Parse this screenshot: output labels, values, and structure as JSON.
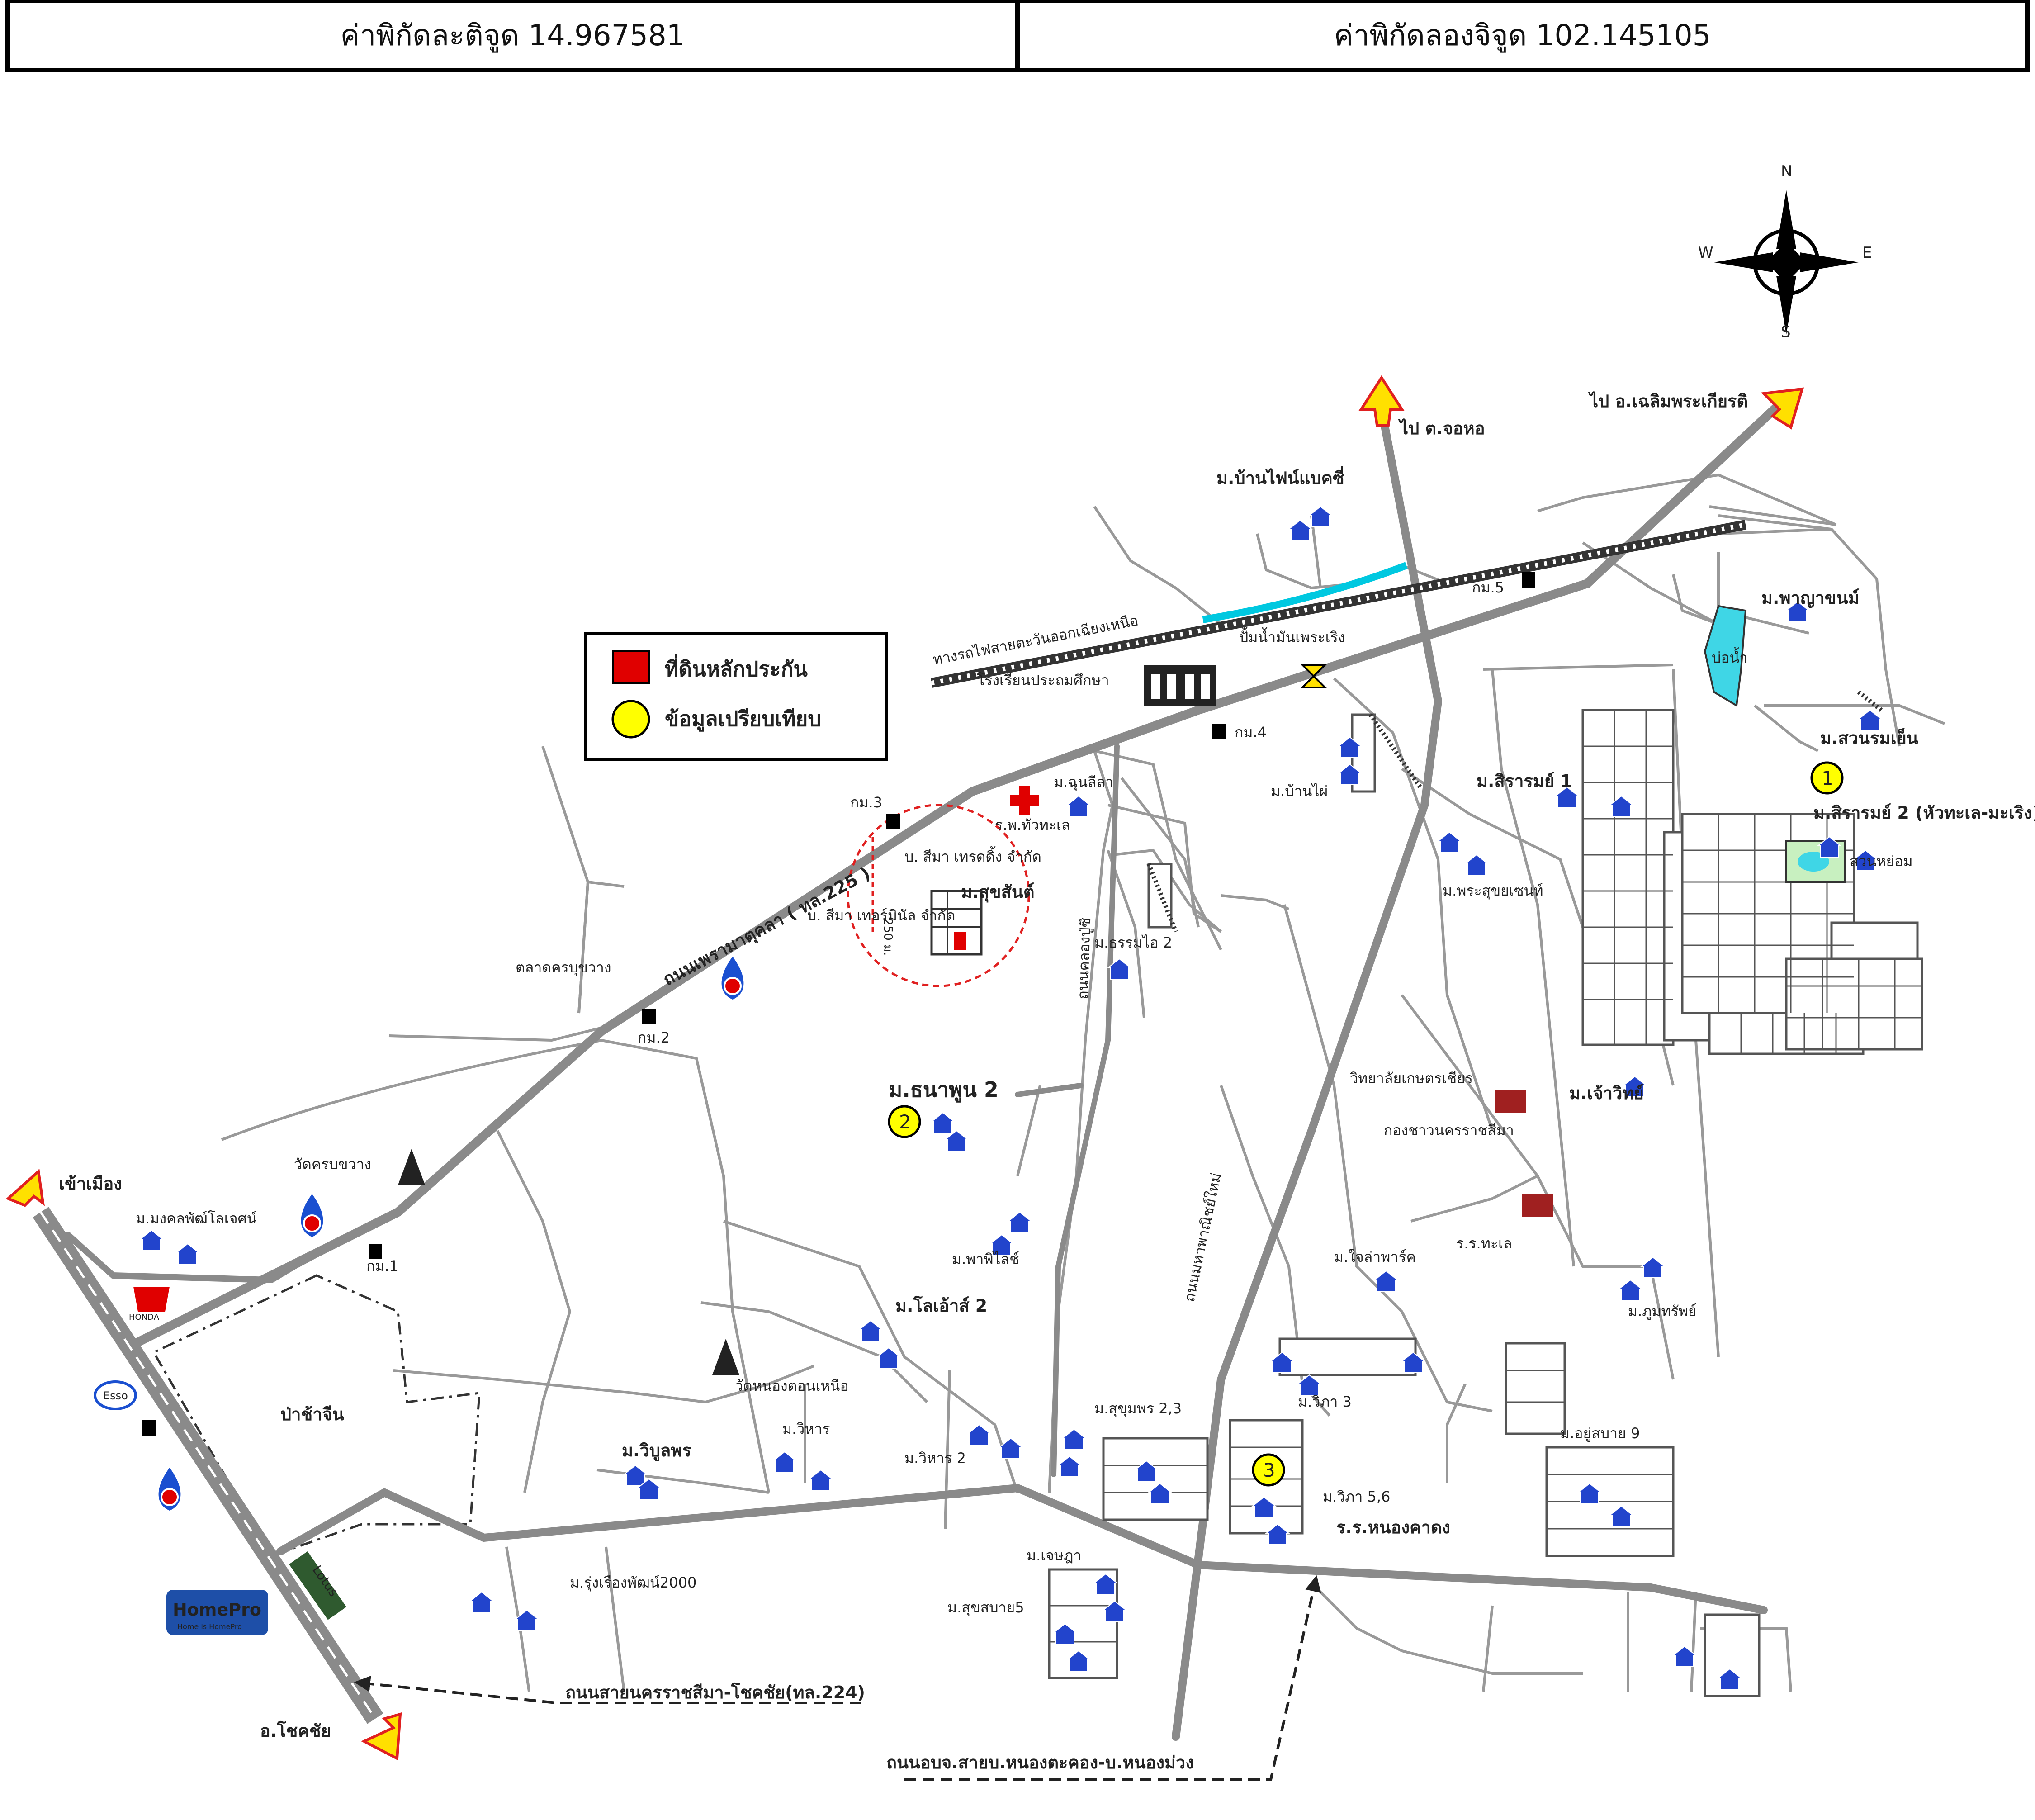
{
  "header": {
    "latitude": "ค่าพิกัดละติจูด 14.967581",
    "longitude": "ค่าพิกัดลองจิจูด 102.145105"
  },
  "compass": {
    "n": "N",
    "s": "S",
    "e": "E",
    "w": "W"
  },
  "legend": {
    "collateral": "ที่ดินหลักประกัน",
    "comparables": "ข้อมูลเปรียบเทียบ",
    "collateral_color": "#e00000",
    "comparable_color": "#ffff00"
  },
  "roads": {
    "r225": "ถนนเพรามาตุคลา ( ทล.225 )",
    "r224": "ถนนสายนครราชสีมา-โชคชัย(ทล.224)",
    "local": "ถนนอบจ.สายบ.หนองตะคอง-บ.หนองม่วง",
    "ring": "ถนนมหาพาณิชย์ใหม่",
    "side": "ถนนคลองปู่ซิ",
    "rail": "ทางรถไฟสายตะวันออกเฉียงเหนือ"
  },
  "directions": {
    "to_city": "เข้าเมือง",
    "to_chokchai": "อ.โชคชัย",
    "to_chaloem": "ไป อ.เฉลิมพระเกียรติ",
    "to_chorho": "ไป ต.จอหอ"
  },
  "comparables": [
    "1",
    "2",
    "3"
  ],
  "places": {
    "ban_fine_city": "ม.บ้านไฟน์แบคซี่",
    "m_phayanomi": "ม.พาญาขนม์",
    "m_suan": "ม.สวนรมเย็น",
    "m_siram1": "ม.สิรารมย์ 1",
    "m_siram2": "ม.สิรารมย์ 2 (หัวทะเล-มะเริง)",
    "pond": "บ่อน้ำ",
    "park": "สวนหย่อม",
    "m_thanaphun2": "ม.ธนาพูน 2",
    "m_jaowit": "ม.เจ้าวิทย์",
    "m_sukthani": "ม.สุขสันต์",
    "km1": "กม.1",
    "km2": "กม.2",
    "km3": "กม.3",
    "km4": "กม.4",
    "km5": "กม.5",
    "market": "ตลาดครบุขวาง",
    "wat1": "วัดครบขวาง",
    "wat2": "วัดหนองตอนเหนือ",
    "school": "วิทยาลัยเกษตรเชียร",
    "ncity": "กองชาวนครราชสีมา",
    "hospital": "ร.พ.ทัวทะเล",
    "bachin": "ป่าช้าจีน",
    "school2": "โรงเรียนประถมศึกษา",
    "m_pracha": "ม.พาพิไลช์",
    "m_wibun": "ม.วิบูลพร",
    "m_suksan2": "ม.โลเอ้าส์ 2",
    "m_saeng": "ม.ใจล่าพาร์ค",
    "m_sukkhum": "ม.ภูมทรัพย์",
    "m_rungrueang": "ม.รุ่งเรืองพัฒน์2000",
    "m_wipha": "ม.วิภา 3",
    "m_wipha56": "ม.วิภา 5,6",
    "m_nongkhai": "ร.ร.หนองคาดง",
    "m_jesada": "ม.เจษฎา",
    "m_sukprayun": "ม.สุขุมพร 2,3",
    "m_sukprayun9": "ม.อยู่สบาย 9",
    "m_mongkol": "ม.มงคลพัฒ์โลเจศน์",
    "m_wichai2": "ม.วิหาร 2",
    "m_wichai": "ม.วิหาร",
    "distance": "250 ม.",
    "company": "บ. สีมา เทรดดิ้ง จำกัด",
    "company2": "บ. สีมา เทอร์มินัล จำกัด",
    "m_chitlada": "ม.ฉุนลีลา",
    "m_bankhai": "ม.บ้านไผ่",
    "m_phrasuk": "ม.พระสุขยเซนท์",
    "m_hug": "ม.ธรรมไอ 2",
    "nongbua": "ร.ร.ทะเล",
    "water_tower": "ปั้มน้ำมันเพระเริง",
    "m_suk5": "ม.สุขสบาย5"
  },
  "brands": {
    "honda": "HONDA",
    "esso": "Esso",
    "homepro": "HomePro",
    "homepro_tag": "Home is HomePro",
    "lotus": "Lotus"
  }
}
